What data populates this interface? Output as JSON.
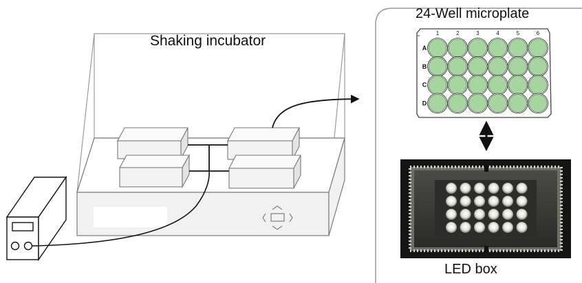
{
  "labels": {
    "incubator": "Shaking incubator",
    "microplate": "24-Well microplate",
    "led_box": "LED box"
  },
  "plate": {
    "columns": [
      "1",
      "2",
      "3",
      "4",
      "5",
      "6"
    ],
    "rows": [
      "A",
      "B",
      "C",
      "D"
    ],
    "well_color": "#a6d5a0",
    "well_stroke": "#3c5a3a"
  },
  "colors": {
    "line": "#555555",
    "led_well": "#f2f2ea",
    "led_box_dark": "#1a1a1a"
  }
}
